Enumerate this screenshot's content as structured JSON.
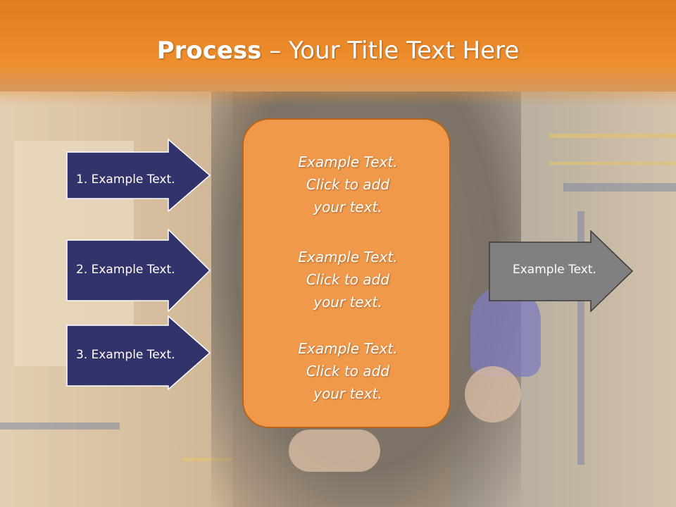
{
  "slide": {
    "title_bold": "Process",
    "title_rest": " – Your Title Text Here",
    "left_arrows": [
      {
        "label": "1. Example Text."
      },
      {
        "label": "2. Example Text."
      },
      {
        "label": "3. Example Text."
      }
    ],
    "center_box": {
      "blocks": [
        {
          "line1": "Example Text.",
          "line2": "Click  to add",
          "line3": "your text."
        },
        {
          "line1": "Example Text.",
          "line2": "Click  to add",
          "line3": "your text."
        },
        {
          "line1": "Example Text.",
          "line2": "Click  to add",
          "line3": "your text."
        }
      ]
    },
    "right_arrow": {
      "label": "Example Text."
    }
  },
  "colors": {
    "title_band": "#e07d1c",
    "left_arrow_fill": "#33336b",
    "center_box_fill": "#f0994a",
    "center_box_border": "#b5651d",
    "right_arrow_fill": "#808080"
  }
}
